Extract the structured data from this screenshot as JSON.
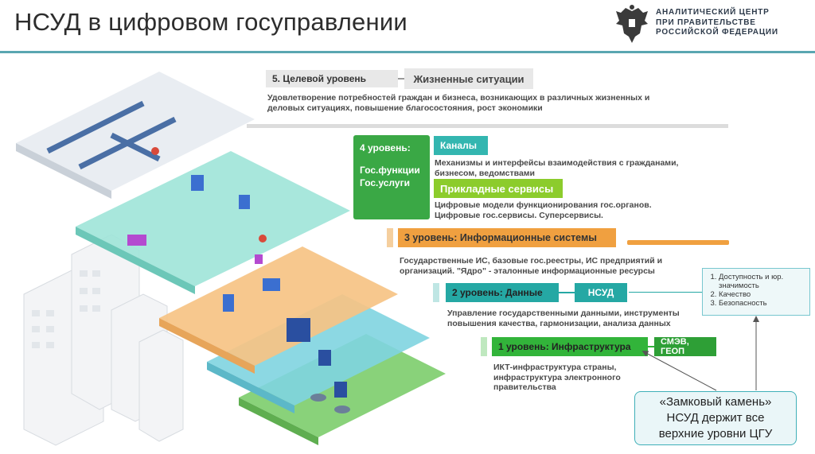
{
  "header": {
    "title": "НСУД в цифровом госуправлении",
    "org_lines": [
      "АНАЛИТИЧЕСКИЙ ЦЕНТР",
      "ПРИ ПРАВИТЕЛЬСТВЕ",
      "РОССИЙСКОЙ ФЕДЕРАЦИИ"
    ]
  },
  "icons": [
    "state-emblem-icon",
    "isometric-city-illustration"
  ],
  "colors": {
    "accent_teal": "#3fb0b8",
    "level5_grey": "#e6e6e6",
    "level4_green": "#3aa845",
    "channels_teal": "#33b6b0",
    "services_lime": "#8ccc2c",
    "level3_orange": "#f0a040",
    "level2_teal": "#25a8a4",
    "level1_green": "#32b43a"
  },
  "level5": {
    "label": "5. Целевой уровень",
    "tag": "Жизненные ситуации",
    "desc": "Удовлетворение потребностей граждан и бизнеса, возникающих в различных жизненных и деловых ситуациях, повышение благосостояния, рост экономики"
  },
  "level4": {
    "label": "4 уровень:",
    "sub_line1": "Гос.функции",
    "sub_line2": "Гос.услуги",
    "channels_label": "Каналы",
    "channels_desc": "Механизмы и интерфейсы взаимодействия с гражданами, бизнесом, ведомствами",
    "services_label": "Прикладные сервисы",
    "services_desc": "Цифровые модели функционирования гос.органов. Цифровые гос.сервисы. Суперсервисы."
  },
  "level3": {
    "label": "3 уровень: Информационные системы",
    "desc": "Государственные ИС, базовые гос.реестры, ИС предприятий и организаций. \"Ядро\" - эталонные информационные ресурсы"
  },
  "level2": {
    "label": "2 уровень: Данные",
    "tag": "НСУД",
    "desc": "Управление государственными данными, инструменты повышения качества, гармонизации, анализа данных"
  },
  "level1": {
    "label": "1 уровень: Инфраструктура",
    "tag": "СМЭВ, ГЕОП",
    "desc": "ИКТ-инфраструктура страны, инфраструктура электронного правительства"
  },
  "quality_list": [
    "Доступность и юр. значимость",
    "Качество",
    "Безопасность"
  ],
  "keystone": {
    "line1": "«Замковый камень»",
    "line2": "НСУД держит все",
    "line3": "верхние уровни ЦГУ"
  }
}
